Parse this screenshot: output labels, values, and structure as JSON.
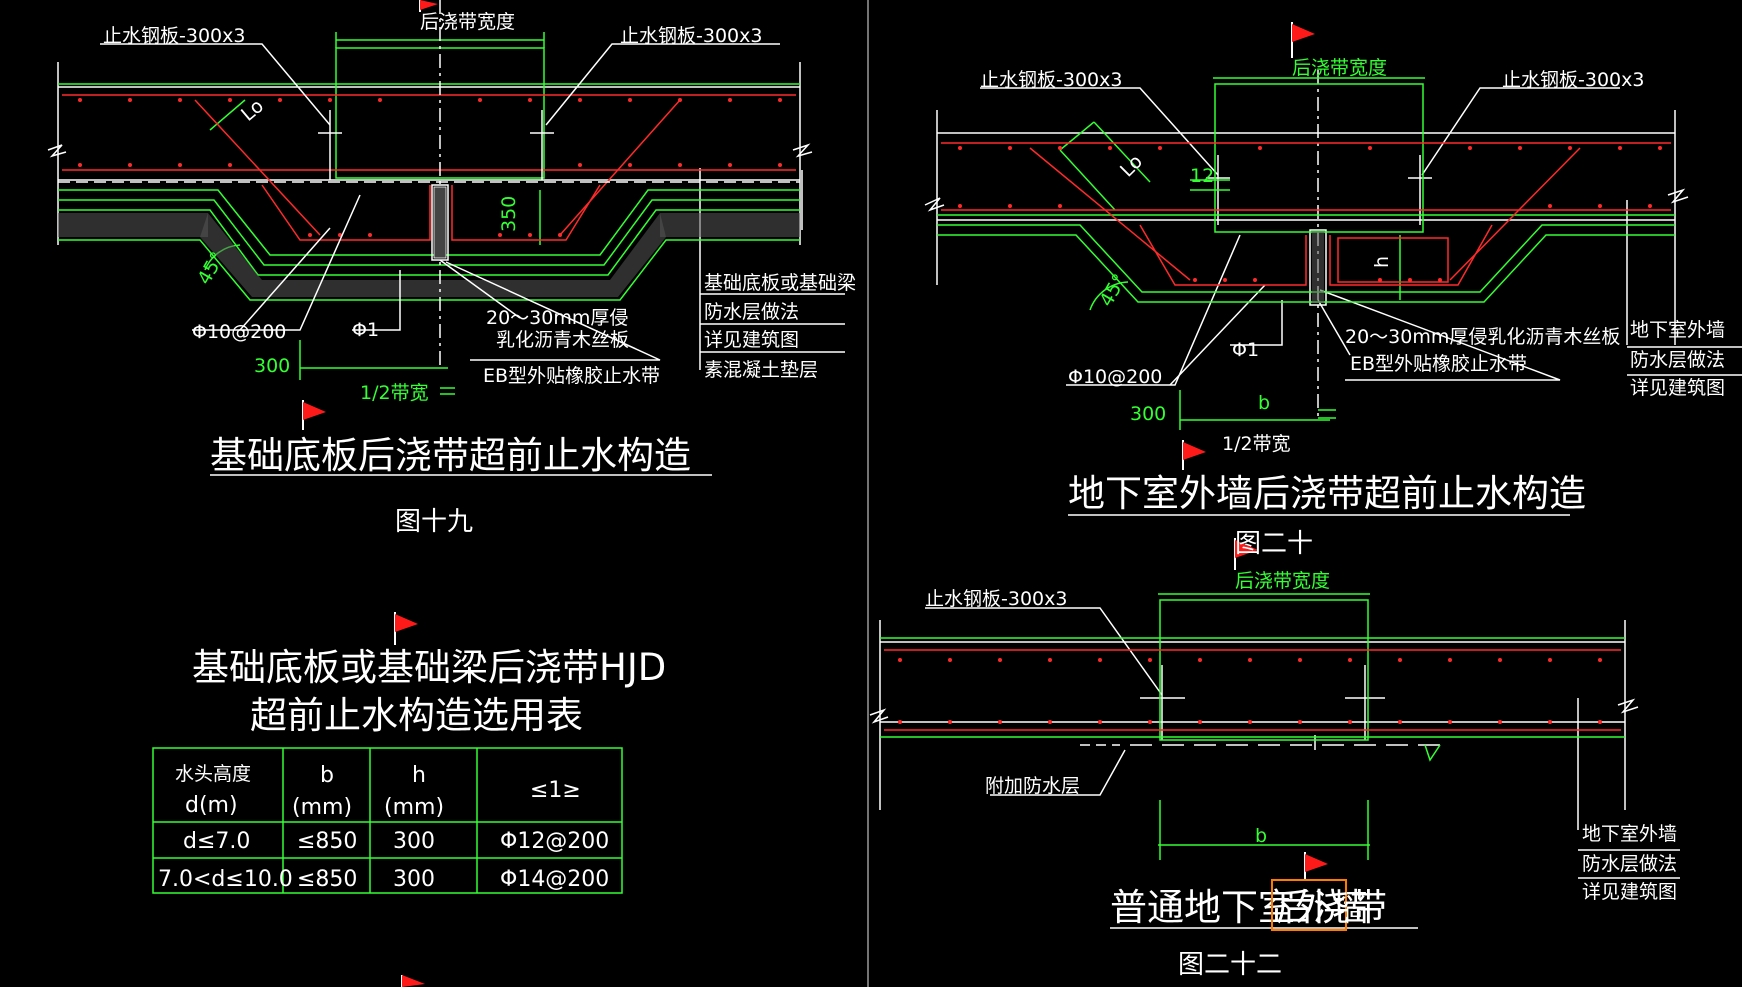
{
  "canvas": {
    "background": "#000000",
    "line_white": "#ffffff",
    "line_red": "#ff2a2a",
    "line_green": "#33ff33",
    "highlight": "#ff7a00",
    "flag": "#ff1a1a"
  },
  "fig19": {
    "plate_left": "止水钢板-300x3",
    "plate_right": "止水钢板-300x3",
    "band_width": "后浇带宽度",
    "lo": "Lo",
    "dim_350": "350",
    "angle": "45°",
    "rebar1": "Φ10@200",
    "rebar2": "Φ1",
    "dim_300": "300",
    "half_band": "1/2带宽",
    "board_line1": "20～30mm厚侵",
    "board_line2": "乳化沥青木丝板",
    "eb_strip": "EB型外贴橡胶止水带",
    "legend_1": "基础底板或基础梁",
    "legend_2": "防水层做法",
    "legend_3": "详见建筑图",
    "legend_4": "素混凝土垫层",
    "title": "基础底板后浇带超前止水构造",
    "caption": "图十九"
  },
  "fig20": {
    "plate_left": "止水钢板-300x3",
    "plate_right": "止水钢板-300x3",
    "band_width": "后浇带宽度",
    "lo": "Lo",
    "dim_12": "12",
    "h": "h",
    "angle": "45°",
    "rebar1": "Φ10@200",
    "rebar2": "Φ1",
    "dim_300": "300",
    "b": "b",
    "half_band": "1/2带宽",
    "board": "20～30mm厚侵乳化沥青木丝板",
    "eb_strip": "EB型外贴橡胶止水带",
    "legend_1": "地下室外墙",
    "legend_2": "防水层做法",
    "legend_3": "详见建筑图",
    "title": "地下室外墙后浇带超前止水构造",
    "caption": "图二十"
  },
  "fig22": {
    "band_width": "后浇带宽度",
    "plate": "止水钢板-300x3",
    "extra_layer": "附加防水层",
    "b": "b",
    "legend_1": "地下室外墙",
    "legend_2": "防水层做法",
    "legend_3": "详见建筑图",
    "title_main": "普通地下室外墙",
    "title_highlight": "后浇带",
    "caption": "图二十二"
  },
  "table": {
    "title_line1": "基础底板或基础梁后浇带HJD",
    "title_line2": "超前止水构造选用表",
    "headers": [
      {
        "l1": "水头高度",
        "l2": "d(m)"
      },
      {
        "l1": "b",
        "l2": "(mm)"
      },
      {
        "l1": "h",
        "l2": "(mm)"
      },
      {
        "l1": "≤1≥",
        "l2": ""
      }
    ],
    "rows": [
      [
        "d≤7.0",
        "≤850",
        "300",
        "Φ12@200"
      ],
      [
        "7.0<d≤10.0",
        "≤850",
        "300",
        "Φ14@200"
      ]
    ]
  }
}
